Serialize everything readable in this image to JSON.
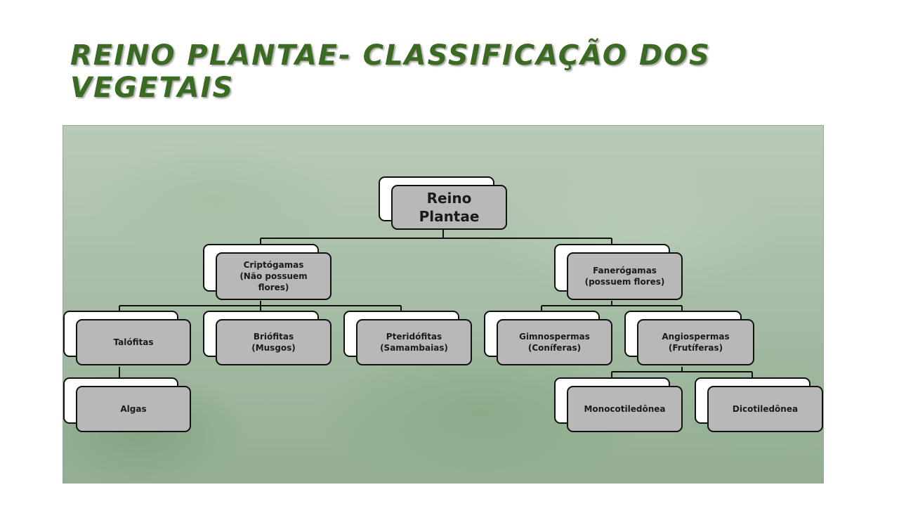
{
  "title": "REINO PLANTAE- CLASSIFICAÇÃO DOS VEGETAIS",
  "diagram": {
    "root": {
      "line1": "Reino",
      "line2": "Plantae"
    },
    "criptogamas": {
      "line1": "Criptógamas",
      "line2": "(Não possuem",
      "line3": "flores)"
    },
    "fanerogamas": {
      "line1": "Fanerógamas",
      "line2": "(possuem flores)"
    },
    "talofitas": {
      "line1": "Talófitas"
    },
    "algas": {
      "line1": "Algas"
    },
    "briofitas": {
      "line1": "Briófitas",
      "line2": "(Musgos)"
    },
    "pteridofitas": {
      "line1": "Pteridófitas",
      "line2": "(Samambaias)"
    },
    "gimnospermas": {
      "line1": "Gimnospermas",
      "line2": "(Coníferas)"
    },
    "angiospermas": {
      "line1": "Angiospermas",
      "line2": "(Frutíferas)"
    },
    "monocotiledonea": {
      "line1": "Monocotiledônea"
    },
    "dicotiledonea": {
      "line1": "Dicotiledônea"
    }
  },
  "colors": {
    "title": "#3b6a23",
    "box_front": "#b8b8b8",
    "box_back": "#ffffff",
    "border": "#111111"
  }
}
